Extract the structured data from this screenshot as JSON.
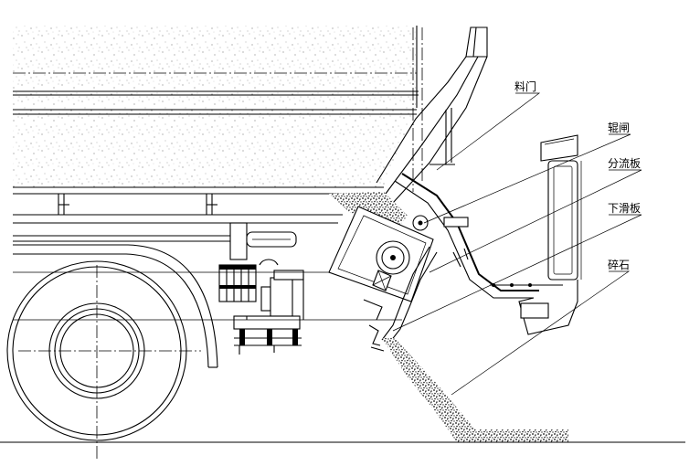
{
  "labels": {
    "material_door": "料门",
    "roller_valve": "辊闸",
    "diverter_plate": "分流板",
    "lower_chute": "下滑板",
    "gravel": "碎石"
  }
}
